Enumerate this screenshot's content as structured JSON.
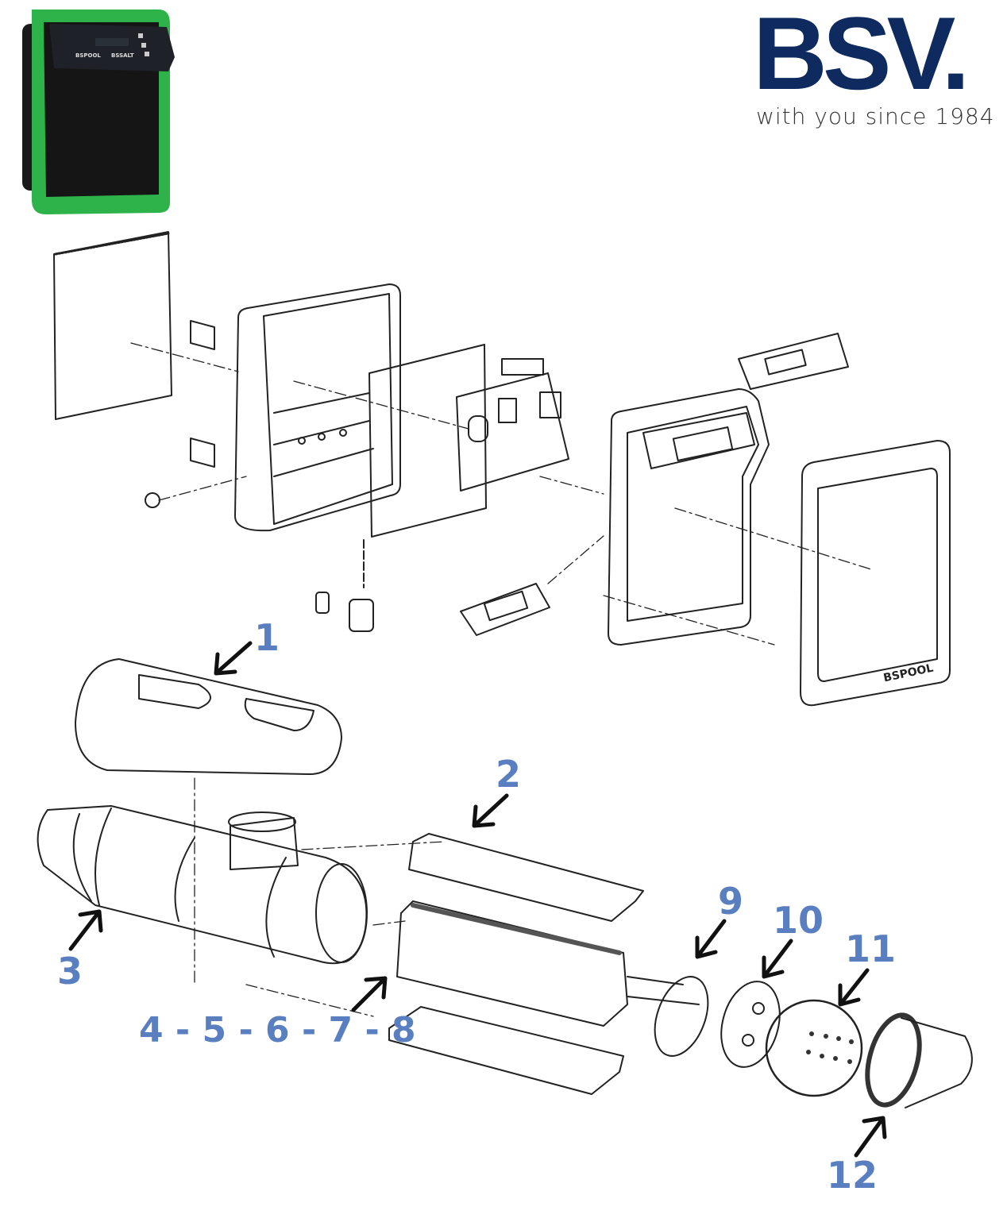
{
  "logo": {
    "brand": "BSV.",
    "tagline": "with you since 1984",
    "color": "#0e2a5e"
  },
  "product": {
    "display_brand": "BSPOOL",
    "display_model": "BSSALT",
    "frame_color": "#2db34a"
  },
  "front_cover_brand": "BSPOOL",
  "callout_color": "#5a7fc0",
  "callouts": [
    {
      "label": "1"
    },
    {
      "label": "2"
    },
    {
      "label": "3"
    },
    {
      "label": "4 - 5 - 6 - 7 - 8"
    },
    {
      "label": "9"
    },
    {
      "label": "10"
    },
    {
      "label": "11"
    },
    {
      "label": "12"
    }
  ]
}
